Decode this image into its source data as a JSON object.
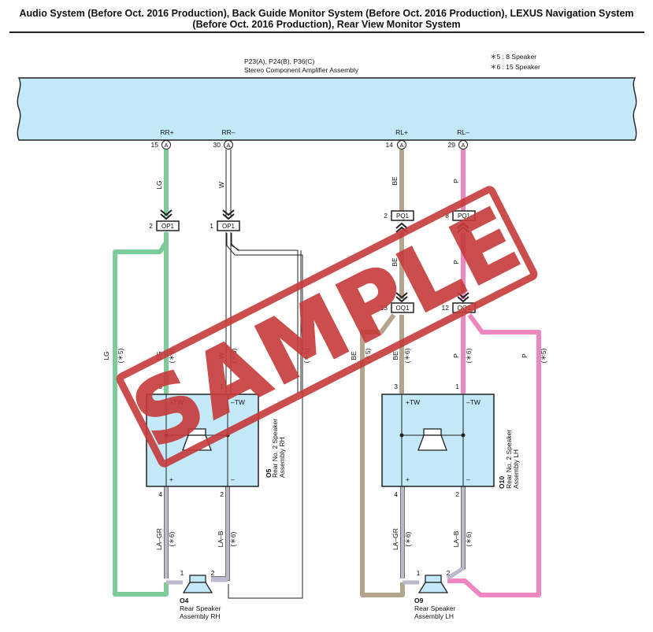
{
  "title": {
    "line1": "Audio System (Before Oct. 2016 Production), Back Guide Monitor System (Before Oct. 2016 Production), LEXUS Navigation System",
    "line2": "(Before Oct. 2016 Production), Rear View Monitor System"
  },
  "amplifier": {
    "connectors": "P23(A), P24(B), P36(C)",
    "name": "Stereo Component Amplifier Assembly"
  },
  "notes": [
    "＊5 : 8 Speaker",
    "＊6 : 15 Speaker"
  ],
  "terminals": [
    {
      "label": "RR+",
      "pin": "15",
      "conn": "A"
    },
    {
      "label": "RR–",
      "pin": "30",
      "conn": "A"
    },
    {
      "label": "RL+",
      "pin": "14",
      "conn": "A"
    },
    {
      "label": "RL–",
      "pin": "29",
      "conn": "A"
    }
  ],
  "wire_colors": {
    "LG": "#7dcb9b",
    "BE": "#b5a58d",
    "P": "#ee87bf",
    "W": "#ffffff",
    "LA-GR": "#bdb8cc",
    "LA-B": "#bdb8cc"
  },
  "wire_labels": {
    "lg": "LG",
    "w": "W",
    "be": "BE",
    "p": "P",
    "lagr": "LA–GR",
    "lab": "LA–B",
    "n5": "(＊5)",
    "n6": "(＊6)"
  },
  "junctions": {
    "op1_a": {
      "pin": "2",
      "name": "OP1"
    },
    "op1_b": {
      "pin": "1",
      "name": "OP1"
    },
    "pq1_a": {
      "pin": "2",
      "name": "PQ1"
    },
    "pq1_b": {
      "pin": "8",
      "name": "PQ1"
    },
    "oq1_a": {
      "pin": "13",
      "name": "OQ1"
    },
    "oq1_b": {
      "pin": "12",
      "name": "OQ1"
    }
  },
  "speakers": {
    "o5": {
      "id": "O5",
      "name1": "Rear No. 2 Speaker",
      "name2": "Assembly RH",
      "pos_tw": "+TW",
      "neg_tw": "–TW",
      "pos": "+",
      "neg": "–",
      "pin_tl": "3",
      "pin_tr": "1",
      "pin_bl": "4",
      "pin_br": "2"
    },
    "o10": {
      "id": "O10",
      "name1": "Rear No. 2 Speaker",
      "name2": "Assembly LH",
      "pos_tw": "+TW",
      "neg_tw": "–TW",
      "pos": "+",
      "neg": "–",
      "pin_tl": "3",
      "pin_tr": "1",
      "pin_bl": "4",
      "pin_br": "2"
    },
    "o4": {
      "id": "O4",
      "name1": "Rear Speaker",
      "name2": "Assembly RH",
      "pin1": "1",
      "pin2": "2"
    },
    "o9": {
      "id": "O9",
      "name1": "Rear Speaker",
      "name2": "Assembly LH",
      "pin1": "1",
      "pin2": "2"
    }
  },
  "watermark": "SAMPLE"
}
